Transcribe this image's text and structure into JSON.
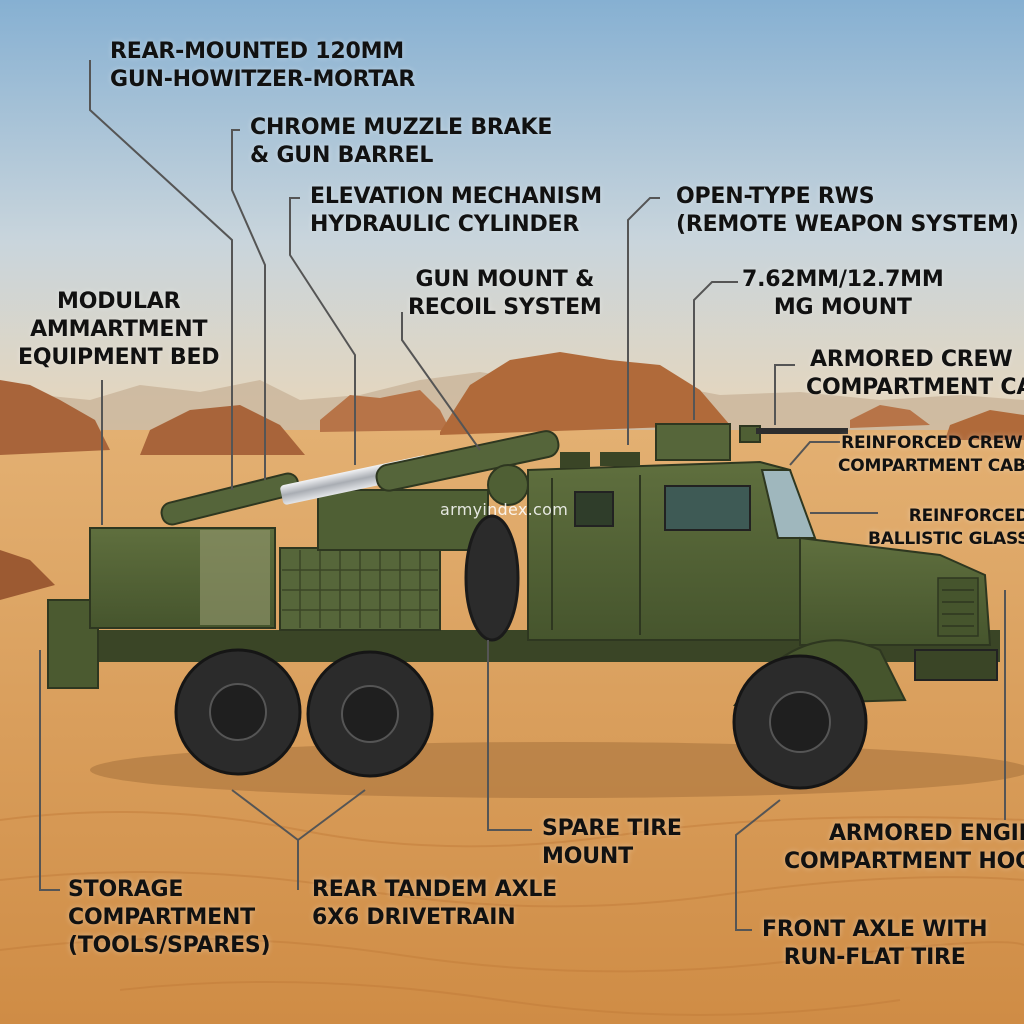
{
  "colors": {
    "sky_top": "#8fb6d4",
    "sky_bottom": "#e9d8bf",
    "sand": "#d99a52",
    "rock": "#b06a3a",
    "vehicle_green": "#4f5f34",
    "vehicle_dark": "#3a4526",
    "tire": "#2b2b2b",
    "barrel_chrome": "#c9ccd0",
    "leader_line": "#555555",
    "text": "#111111"
  },
  "watermark": "armyindex.com",
  "callouts": {
    "rear_gun": {
      "line1": "REAR-MOUNTED 120MM",
      "line2": "GUN-HOWITZER-MORTAR"
    },
    "muzzle_brake": {
      "line1": "CHROME MUZZLE BRAKE",
      "line2": "& GUN BARREL"
    },
    "elevation": {
      "line1": "ELEVATION MECHANISM",
      "line2": "HYDRAULIC CYLINDER"
    },
    "gun_mount": {
      "line1": "GUN MOUNT &",
      "line2": "RECOIL SYSTEM"
    },
    "rws": {
      "line1": "OPEN-TYPE RWS",
      "line2": "(REMOTE WEAPON SYSTEM)"
    },
    "mg_mount": {
      "line1": "7.62MM/12.7MM",
      "line2": "MG MOUNT"
    },
    "modular_bed": {
      "line1": "MODULAR",
      "line2": "AMMARTMENT",
      "line3": "EQUIPMENT BED"
    },
    "armored_cab": {
      "line1": "ARMORED CREW",
      "line2": "COMPARTMENT CAB"
    },
    "reinforced_cab": {
      "line1": "REINFORCED CREW",
      "line2": "COMPARTMENT CAB"
    },
    "ballistic_glass": {
      "line1": "REINFORCED",
      "line2": "BALLISTIC GLASS"
    },
    "spare_tire": {
      "line1": "SPARE TIRE",
      "line2": "MOUNT"
    },
    "engine_hood": {
      "line1": "ARMORED ENGINE",
      "line2": "COMPARTMENT HOOD"
    },
    "storage": {
      "line1": "STORAGE",
      "line2": "COMPARTMENT",
      "line3": "(TOOLS/SPARES)"
    },
    "tandem_axle": {
      "line1": "REAR TANDEM AXLE",
      "line2": "6X6 DRIVETRAIN"
    },
    "front_axle": {
      "line1": "FRONT AXLE WITH",
      "line2": "RUN-FLAT TIRE"
    }
  }
}
